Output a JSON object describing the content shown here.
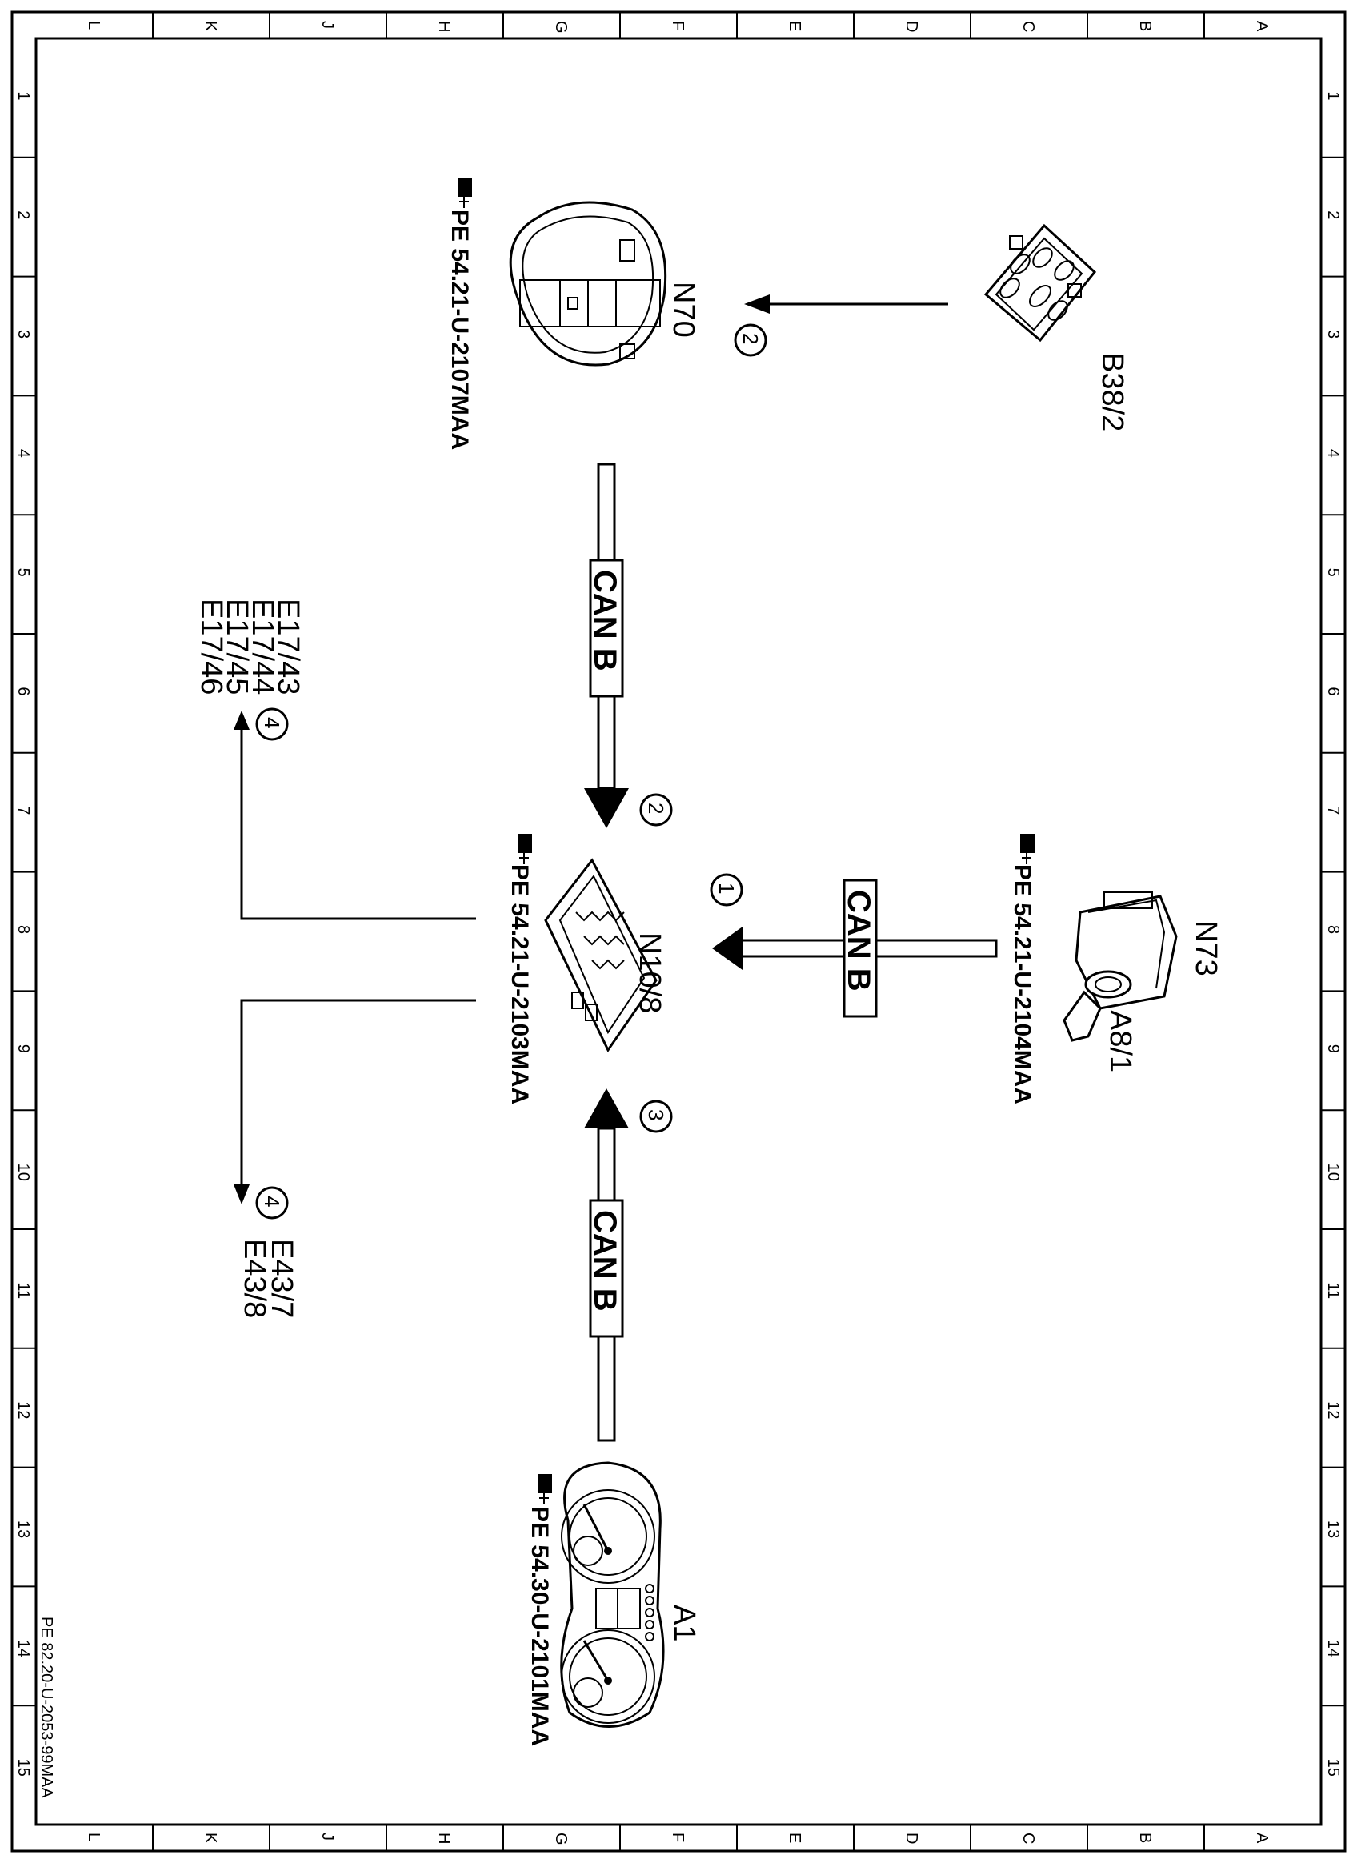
{
  "grid": {
    "letters": [
      "L",
      "K",
      "J",
      "H",
      "G",
      "F",
      "E",
      "D",
      "C",
      "B",
      "A"
    ],
    "numbers": [
      "1",
      "2",
      "3",
      "4",
      "5",
      "6",
      "7",
      "8",
      "9",
      "10",
      "11",
      "12",
      "13",
      "14",
      "15"
    ]
  },
  "bus_label": "CAN B",
  "components": {
    "n70": {
      "name": "N70",
      "ref": "PE 54.21-U-2107MAA"
    },
    "b38_2": {
      "name": "B38/2"
    },
    "n10_8": {
      "name": "N10/8",
      "ref": "PE 54.21-U-2103MAA"
    },
    "n73": {
      "name": "N73",
      "sub": "A8/1",
      "ref": "PE 54.21-U-2104MAA"
    },
    "a1": {
      "name": "A1",
      "ref": "PE 54.30-U-2101MAA"
    }
  },
  "markers": {
    "m1": "1",
    "m2a": "2",
    "m2b": "2",
    "m3": "3",
    "m4a": "4",
    "m4b": "4"
  },
  "outputs": {
    "upper": [
      "E17/43",
      "E17/44",
      "E17/45",
      "E17/46"
    ],
    "lower": [
      "E43/7",
      "E43/8"
    ]
  },
  "footer_ref": "PE 82.20-U-2053-99MAA"
}
